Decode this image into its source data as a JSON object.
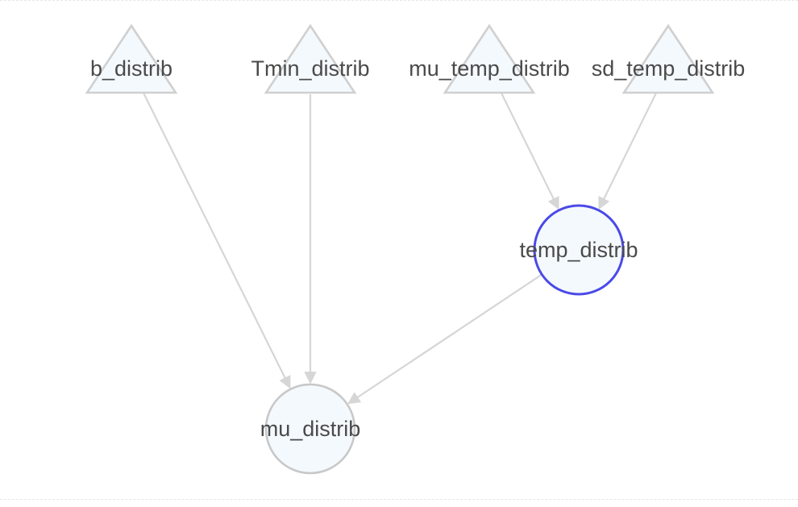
{
  "graph": {
    "nodes": [
      {
        "id": "b_distrib",
        "label": "b_distrib",
        "shape": "triangle",
        "stroke": "#d0d0d0",
        "fill": "#f4f9fd"
      },
      {
        "id": "Tmin_distrib",
        "label": "Tmin_distrib",
        "shape": "triangle",
        "stroke": "#d0d0d0",
        "fill": "#f4f9fd"
      },
      {
        "id": "mu_temp_distrib",
        "label": "mu_temp_distrib",
        "shape": "triangle",
        "stroke": "#d0d0d0",
        "fill": "#f4f9fd"
      },
      {
        "id": "sd_temp_distrib",
        "label": "sd_temp_distrib",
        "shape": "triangle",
        "stroke": "#d0d0d0",
        "fill": "#f4f9fd"
      },
      {
        "id": "temp_distrib",
        "label": "temp_distrib",
        "shape": "circle",
        "stroke": "#4a4ae8",
        "fill": "#f4f9fd",
        "selected": true
      },
      {
        "id": "mu_distrib",
        "label": "mu_distrib",
        "shape": "circle",
        "stroke": "#c8c8c8",
        "fill": "#f4f9fd"
      }
    ],
    "edges": [
      {
        "from": "b_distrib",
        "to": "mu_distrib"
      },
      {
        "from": "Tmin_distrib",
        "to": "mu_distrib"
      },
      {
        "from": "mu_temp_distrib",
        "to": "temp_distrib"
      },
      {
        "from": "sd_temp_distrib",
        "to": "temp_distrib"
      },
      {
        "from": "temp_distrib",
        "to": "mu_distrib"
      }
    ],
    "edge_color": "#d6d6d6"
  }
}
